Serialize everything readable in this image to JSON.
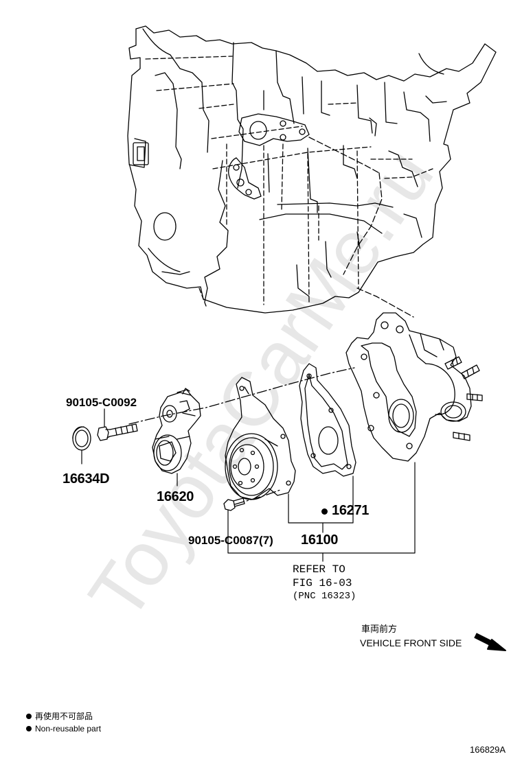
{
  "watermark": "ToyotaCarMe.ru",
  "parts": {
    "bolt_tensioner": "90105-C0092",
    "cap": "16634D",
    "tensioner": "16620",
    "gasket": "16271",
    "bolt_pump": "90105-C0087(7)",
    "water_pump": "16100"
  },
  "refer": {
    "line1": "REFER TO",
    "line2": "FIG 16-03",
    "line3": "(PNC 16323)"
  },
  "direction": {
    "label_jp": "車両前方",
    "label_en": "VEHICLE FRONT SIDE"
  },
  "legend": {
    "jp": "再使用不可部品",
    "en": "Non-reusable part"
  },
  "figure_id": "166829A",
  "colors": {
    "line": "#000000",
    "watermark": "#e7e7e7",
    "background": "#ffffff"
  },
  "icons": {
    "non_reusable": "filled-circle-icon",
    "direction": "arrow-down-right-icon"
  }
}
